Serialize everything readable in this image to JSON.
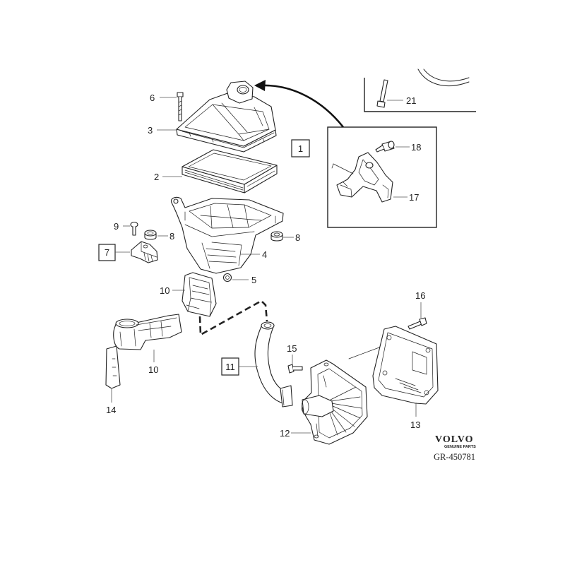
{
  "callouts": [
    "6",
    "3",
    "2",
    "9",
    "8",
    "8",
    "7",
    "4",
    "5",
    "10",
    "10",
    "14",
    "11",
    "15",
    "16",
    "12",
    "13",
    "1",
    "18",
    "17",
    "21"
  ],
  "brand": {
    "name": "VOLVO",
    "tagline": "GENUINE PARTS",
    "reference": "GR-450781"
  },
  "colors": {
    "line": "#222222",
    "background": "#ffffff"
  }
}
